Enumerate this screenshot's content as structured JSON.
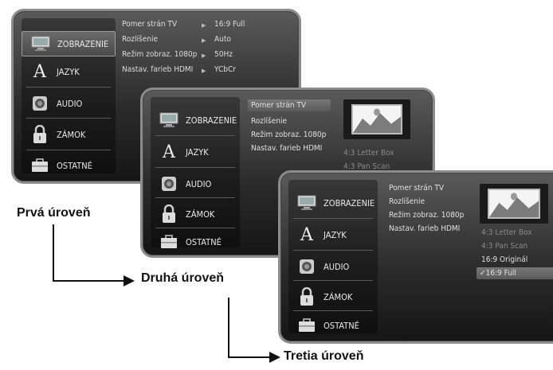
{
  "menu": [
    {
      "label": "ZOBRAZENIE",
      "icon": "monitor-icon"
    },
    {
      "label": "JAZYK",
      "icon": "letter-a-icon"
    },
    {
      "label": "AUDIO",
      "icon": "speaker-icon"
    },
    {
      "label": "ZÁMOK",
      "icon": "padlock-icon"
    },
    {
      "label": "OSTATNÉ",
      "icon": "briefcase-icon"
    }
  ],
  "settings": [
    {
      "label": "Pomer strán TV",
      "value": "16:9 Full"
    },
    {
      "label": "Rozlíšenie",
      "value": "Auto"
    },
    {
      "label": "Režim zobraz. 1080p",
      "value": "50Hz"
    },
    {
      "label": "Nastav. farieb HDMI",
      "value": "YCbCr"
    }
  ],
  "options": [
    "4:3 Letter Box",
    "4:3 Pan Scan",
    "16:9 Originál",
    "✓16:9 Full"
  ],
  "captions": {
    "first": "Prvá úroveň",
    "second": "Druhá úroveň",
    "third": "Tretia úroveň"
  }
}
